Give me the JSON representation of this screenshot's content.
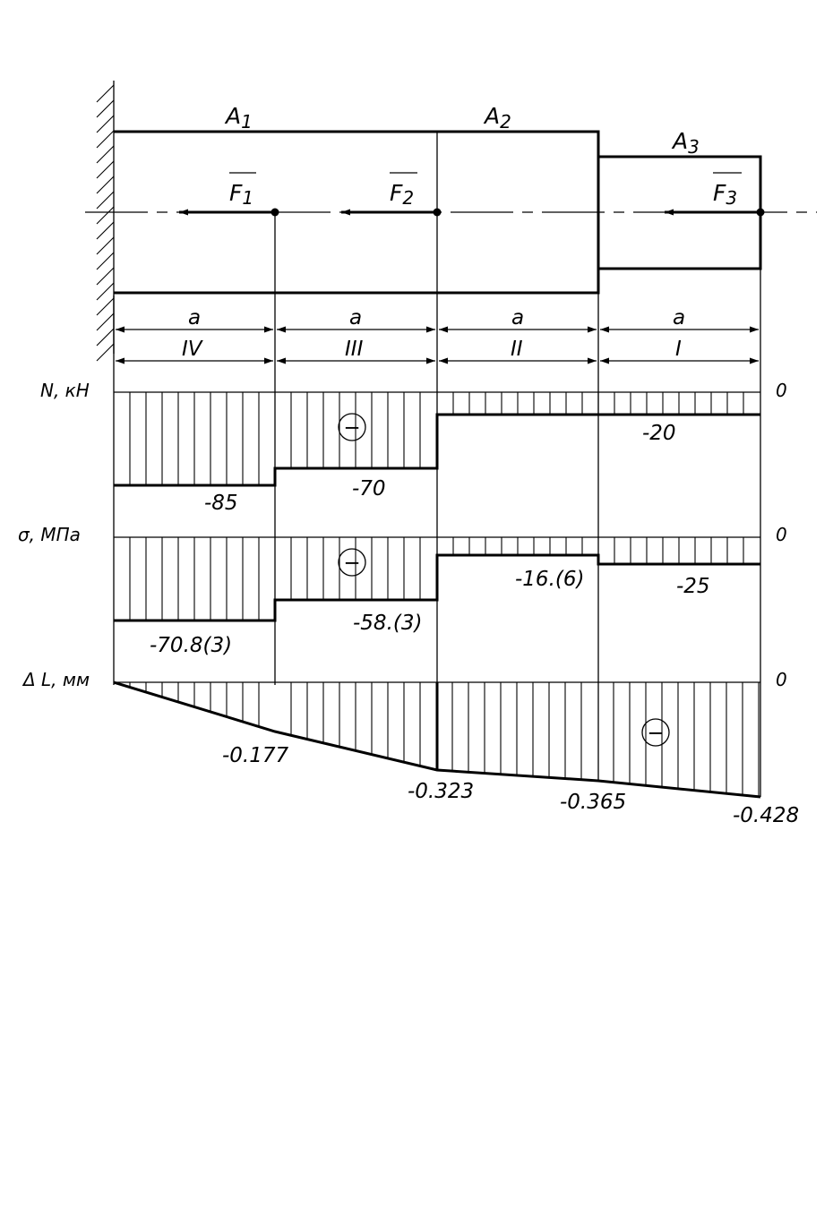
{
  "beam": {
    "areas": [
      "A",
      "A",
      "A"
    ],
    "area_subscripts": [
      "1",
      "2",
      "3"
    ],
    "forces": [
      "F",
      "F",
      "F"
    ],
    "force_subscripts": [
      "1",
      "2",
      "3"
    ],
    "segment_length_label": "a",
    "section_numbers": [
      "IV",
      "III",
      "II",
      "I"
    ]
  },
  "diagrams": {
    "normal_force": {
      "axis_label": "N, кН",
      "zero_label": "0",
      "sign": "−",
      "value_labels": [
        "-85",
        "-70",
        "-20"
      ],
      "values_by_section": {
        "IV": -85,
        "III": -70,
        "II": -20,
        "I": -20
      }
    },
    "stress": {
      "axis_label": "σ, МПа",
      "zero_label": "0",
      "sign": "−",
      "value_labels": [
        "-70.8(3)",
        "-58.(3)",
        "-16.(6)",
        "-25"
      ],
      "values_by_section": {
        "IV": -70.833,
        "III": -58.333,
        "II": -16.667,
        "I": -25
      }
    },
    "elongation": {
      "axis_label": "Δ L, мм",
      "zero_label": "0",
      "sign": "−",
      "value_labels": [
        "-0.177",
        "-0.323",
        "-0.365",
        "-0.428"
      ],
      "values_at_section_ends": [
        0,
        -0.177,
        -0.323,
        -0.365,
        -0.428
      ]
    }
  }
}
